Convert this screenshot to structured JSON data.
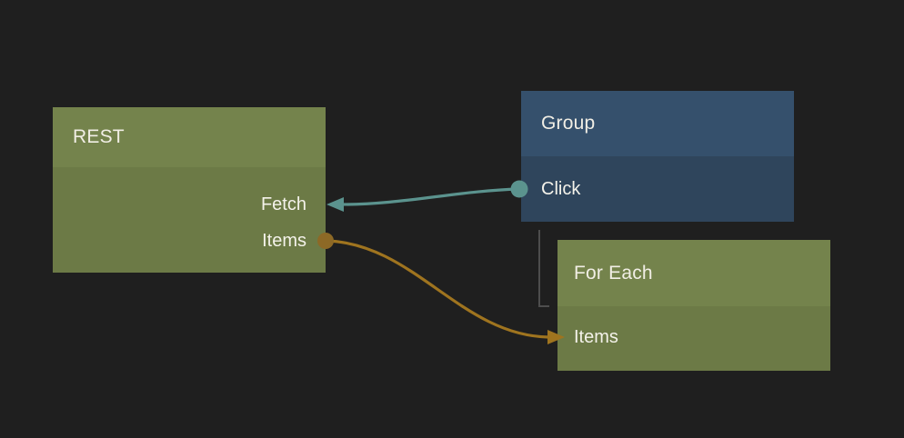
{
  "editor": {
    "type": "node-flow-editor",
    "background": "#1f1f1f"
  },
  "nodes": {
    "rest": {
      "title": "REST",
      "ports": {
        "fetch": {
          "label": "Fetch",
          "side": "right"
        },
        "items": {
          "label": "Items",
          "side": "right"
        }
      }
    },
    "group": {
      "title": "Group",
      "ports": {
        "click": {
          "label": "Click",
          "side": "left"
        }
      }
    },
    "foreach": {
      "title": "For Each",
      "ports": {
        "items": {
          "label": "Items",
          "side": "left"
        }
      }
    }
  },
  "connections": [
    {
      "from": "Group.Click",
      "to": "REST.Fetch",
      "color": "#5b938e"
    },
    {
      "from": "REST.Items",
      "to": "For Each.Items",
      "color": "#9f741f"
    },
    {
      "from": "Group",
      "to": "For Each",
      "style": "tree-elbow",
      "color": "#4d4d4d"
    }
  ],
  "colors": {
    "background": "#1f1f1f",
    "olive_header": "#74834c",
    "olive_body": "#6c7a46",
    "blue_header": "#35506c",
    "blue_body": "#2f455c",
    "teal_link": "#5b938e",
    "orange_link": "#9f741f",
    "orange_dot": "#8d6926",
    "tree_line": "#4d4d4d",
    "title_text": "#f1eee5"
  }
}
